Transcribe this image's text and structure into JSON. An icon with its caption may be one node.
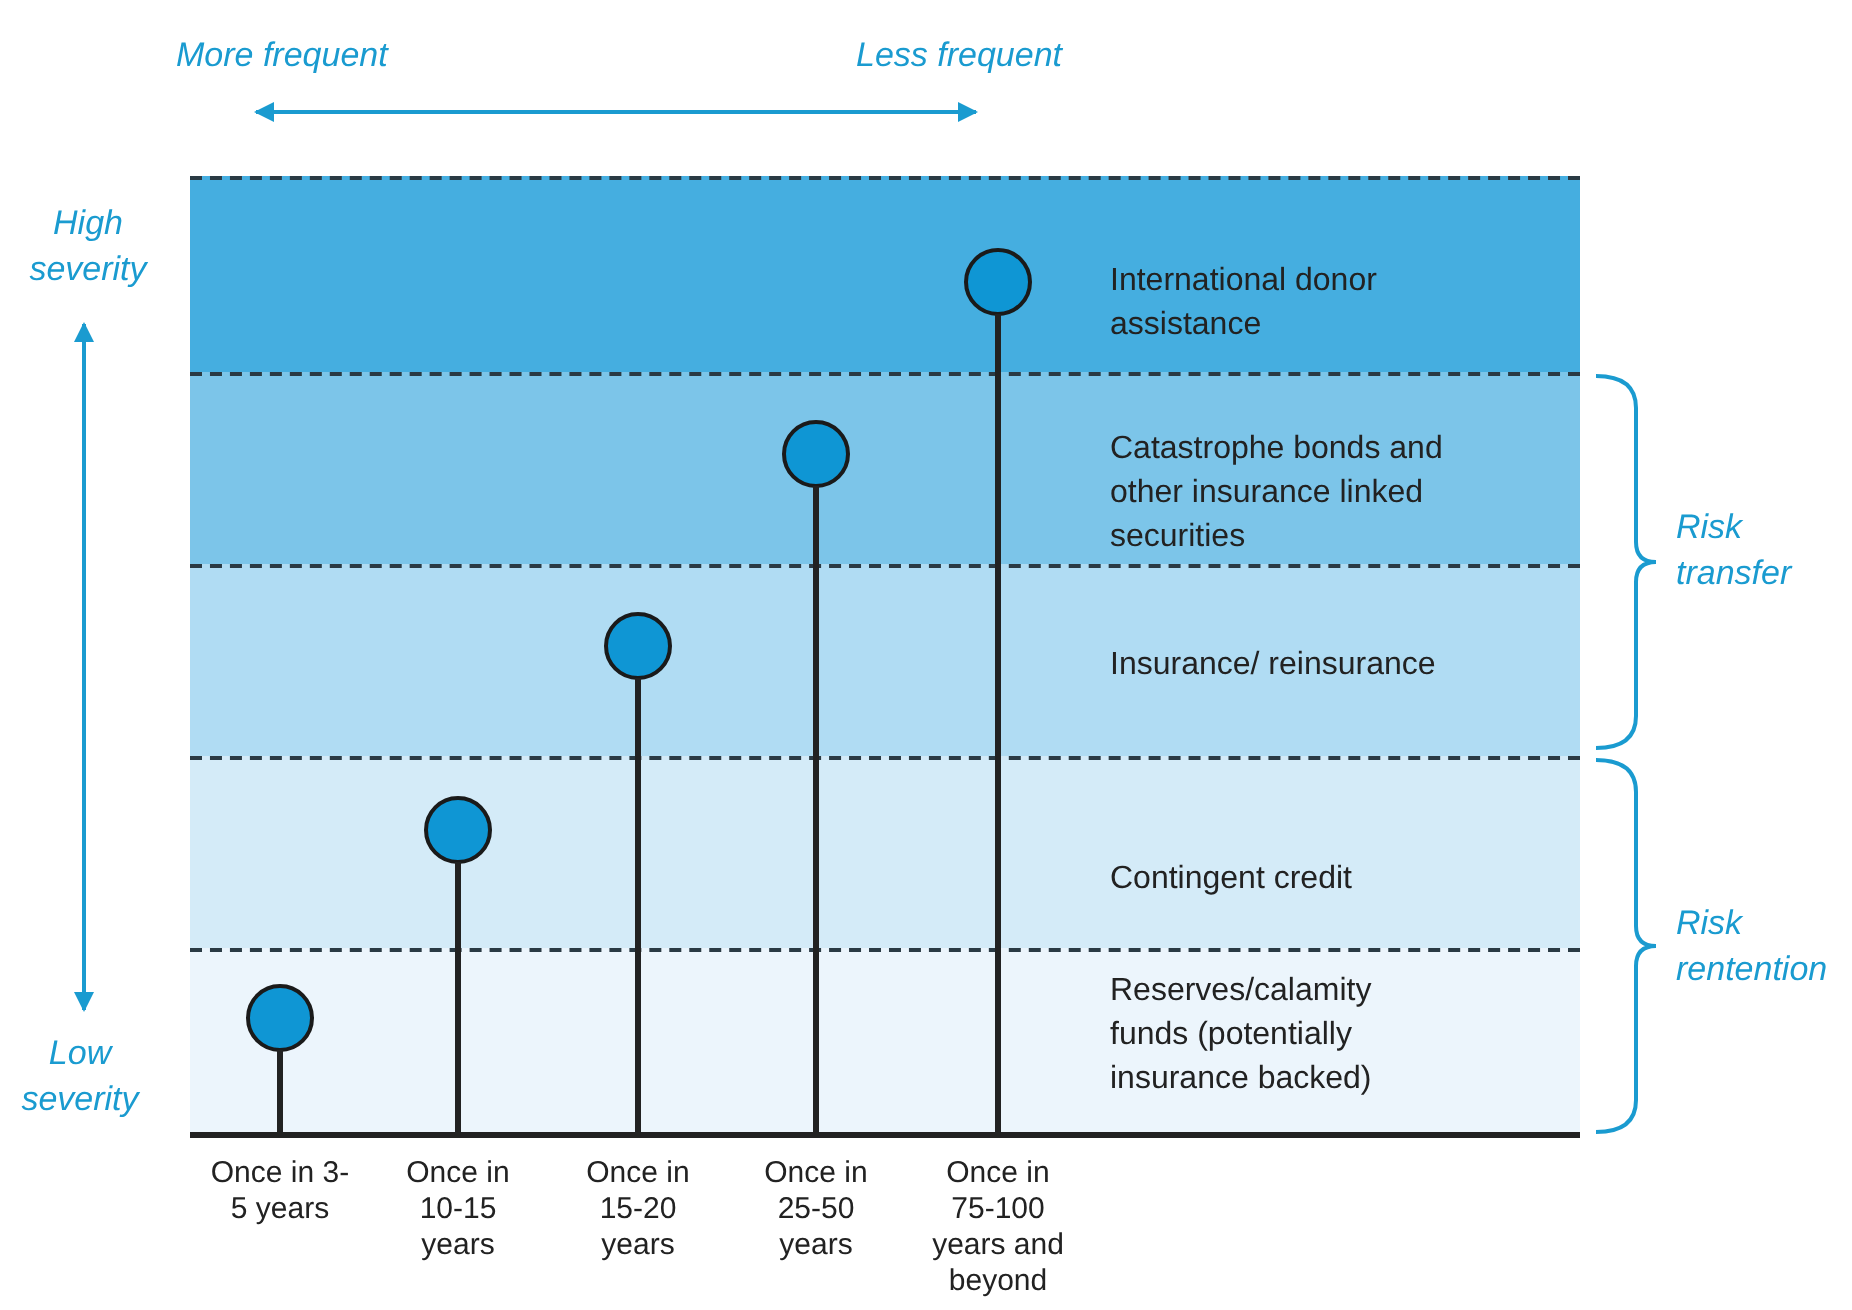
{
  "diagram": {
    "nodes": [
      {
        "text": [
          "International donor assistance"
        ]
      },
      {
        "text": [
          "Catastrophe bonds and other insurance linked securities"
        ]
      },
      {
        "text": [
          "Insurance/ reinsurance"
        ]
      },
      {
        "text": [
          "Contingent credit"
        ]
      },
      {
        "text": [
          "Reserves/calamity funds (potentially insurance backed)"
        ]
      },
      {
        "text": [],
        "shape": "circle",
        "in": 4
      },
      {
        "text": [],
        "shape": "circle",
        "in": 3
      },
      {
        "text": [],
        "shape": "circle",
        "in": 2
      },
      {
        "text": [],
        "shape": "circle",
        "in": 1
      },
      {
        "text": [],
        "shape": "circle",
        "in": 0
      },
      {
        "text": [],
        "shape": "bar"
      }
    ],
    "edges": [
      {
        "from": 5,
        "to": 10,
        "arrow": "none"
      },
      {
        "from": 6,
        "to": 10,
        "arrow": "none"
      },
      {
        "from": 7,
        "to": 10,
        "arrow": "none"
      },
      {
        "from": 8,
        "to": 10,
        "arrow": "none"
      },
      {
        "from": 9,
        "to": 10,
        "arrow": "none"
      }
    ],
    "labels": [
      "More frequent",
      "Less frequent",
      "High severity",
      "Low severity",
      "Once in 3-5 years",
      "Once in 10-15 years",
      "Once in 15-20 years",
      "Once in 25-50 years",
      "Once in 75-100 years and beyond",
      "Risk transfer",
      "Risk rentention"
    ]
  }
}
